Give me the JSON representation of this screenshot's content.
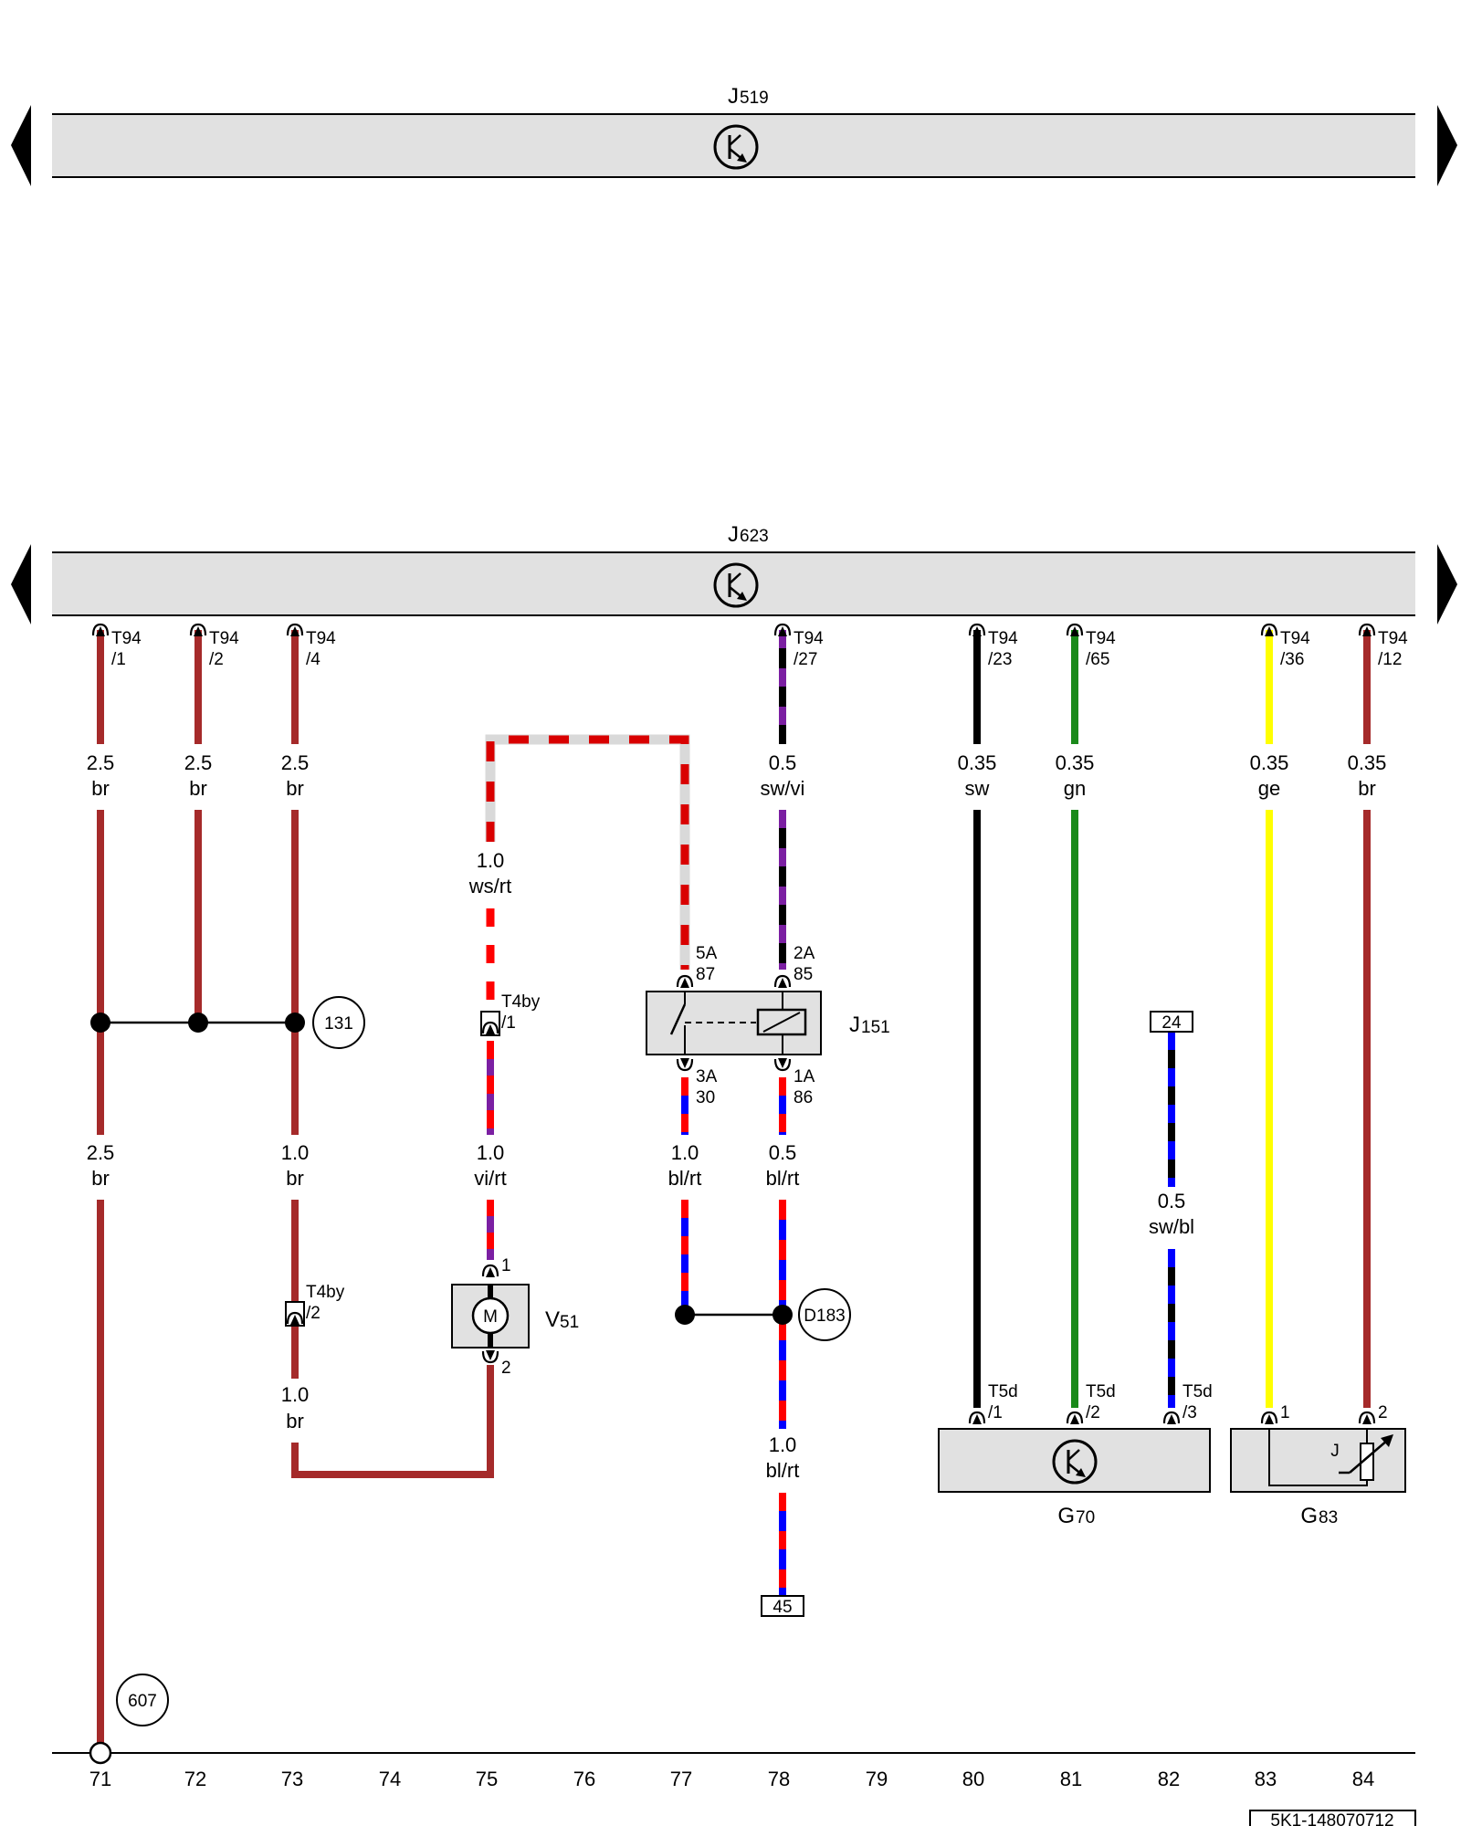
{
  "colors": {
    "br": "#a52a2a",
    "sw": "#000000",
    "gn": "#1a8a1a",
    "ge": "#ffff00",
    "rt": "#ff0000",
    "ws": "#ffffff",
    "bl": "#0000ff",
    "vi": "#7b1fa2",
    "module_fill": "#e1e1e1"
  },
  "modules": {
    "j519": {
      "prefix": "J",
      "sub": "519"
    },
    "j623": {
      "prefix": "J",
      "sub": "623"
    }
  },
  "connectors": {
    "c71": {
      "a": "T94",
      "b": "/1"
    },
    "c72": {
      "a": "T94",
      "b": "/2"
    },
    "c73": {
      "a": "T94",
      "b": "/4"
    },
    "c78": {
      "a": "T94",
      "b": "/27"
    },
    "c80": {
      "a": "T94",
      "b": "/23"
    },
    "c81": {
      "a": "T94",
      "b": "/65"
    },
    "c83": {
      "a": "T94",
      "b": "/36"
    },
    "c84": {
      "a": "T94",
      "b": "/12"
    }
  },
  "wire_labels": {
    "w71a": {
      "gauge": "2.5",
      "color": "br"
    },
    "w72a": {
      "gauge": "2.5",
      "color": "br"
    },
    "w73a": {
      "gauge": "2.5",
      "color": "br"
    },
    "w78a": {
      "gauge": "0.5",
      "color": "sw/vi"
    },
    "w80": {
      "gauge": "0.35",
      "color": "sw"
    },
    "w81": {
      "gauge": "0.35",
      "color": "gn"
    },
    "w83": {
      "gauge": "0.35",
      "color": "ge"
    },
    "w84": {
      "gauge": "0.35",
      "color": "br"
    },
    "w75a": {
      "gauge": "1.0",
      "color": "ws/rt"
    },
    "w71b": {
      "gauge": "2.5",
      "color": "br"
    },
    "w73b": {
      "gauge": "1.0",
      "color": "br"
    },
    "w75b": {
      "gauge": "1.0",
      "color": "vi/rt"
    },
    "w77": {
      "gauge": "1.0",
      "color": "bl/rt"
    },
    "w78b": {
      "gauge": "0.5",
      "color": "bl/rt"
    },
    "w82": {
      "gauge": "0.5",
      "color": "sw/bl"
    },
    "w73c": {
      "gauge": "1.0",
      "color": "br"
    },
    "w78c": {
      "gauge": "1.0",
      "color": "bl/rt"
    }
  },
  "j151": {
    "prefix": "J",
    "sub": "151",
    "pin87": {
      "a": "5A",
      "b": "87"
    },
    "pin85": {
      "a": "2A",
      "b": "85"
    },
    "pin30": {
      "a": "3A",
      "b": "30"
    },
    "pin86": {
      "a": "1A",
      "b": "86"
    }
  },
  "t4by_1": {
    "a": "T4by",
    "b": "/1"
  },
  "t4by_2": {
    "a": "T4by",
    "b": "/2"
  },
  "v51": {
    "prefix": "V",
    "sub": "51",
    "motor": "M",
    "pin1": "1",
    "pin2": "2"
  },
  "g70": {
    "prefix": "G",
    "sub": "70",
    "p1": {
      "a": "T5d",
      "b": "/1"
    },
    "p2": {
      "a": "T5d",
      "b": "/2"
    },
    "p3": {
      "a": "T5d",
      "b": "/3"
    }
  },
  "g83": {
    "prefix": "G",
    "sub": "83",
    "symbol": "J",
    "pin1": "1",
    "pin2": "2"
  },
  "refs": {
    "r131": "131",
    "rD183": "D183",
    "r607": "607"
  },
  "boxes": {
    "b24": "24",
    "b45": "45"
  },
  "columns": [
    "71",
    "72",
    "73",
    "74",
    "75",
    "76",
    "77",
    "78",
    "79",
    "80",
    "81",
    "82",
    "83",
    "84"
  ],
  "diagram_id": "5K1-148070712"
}
